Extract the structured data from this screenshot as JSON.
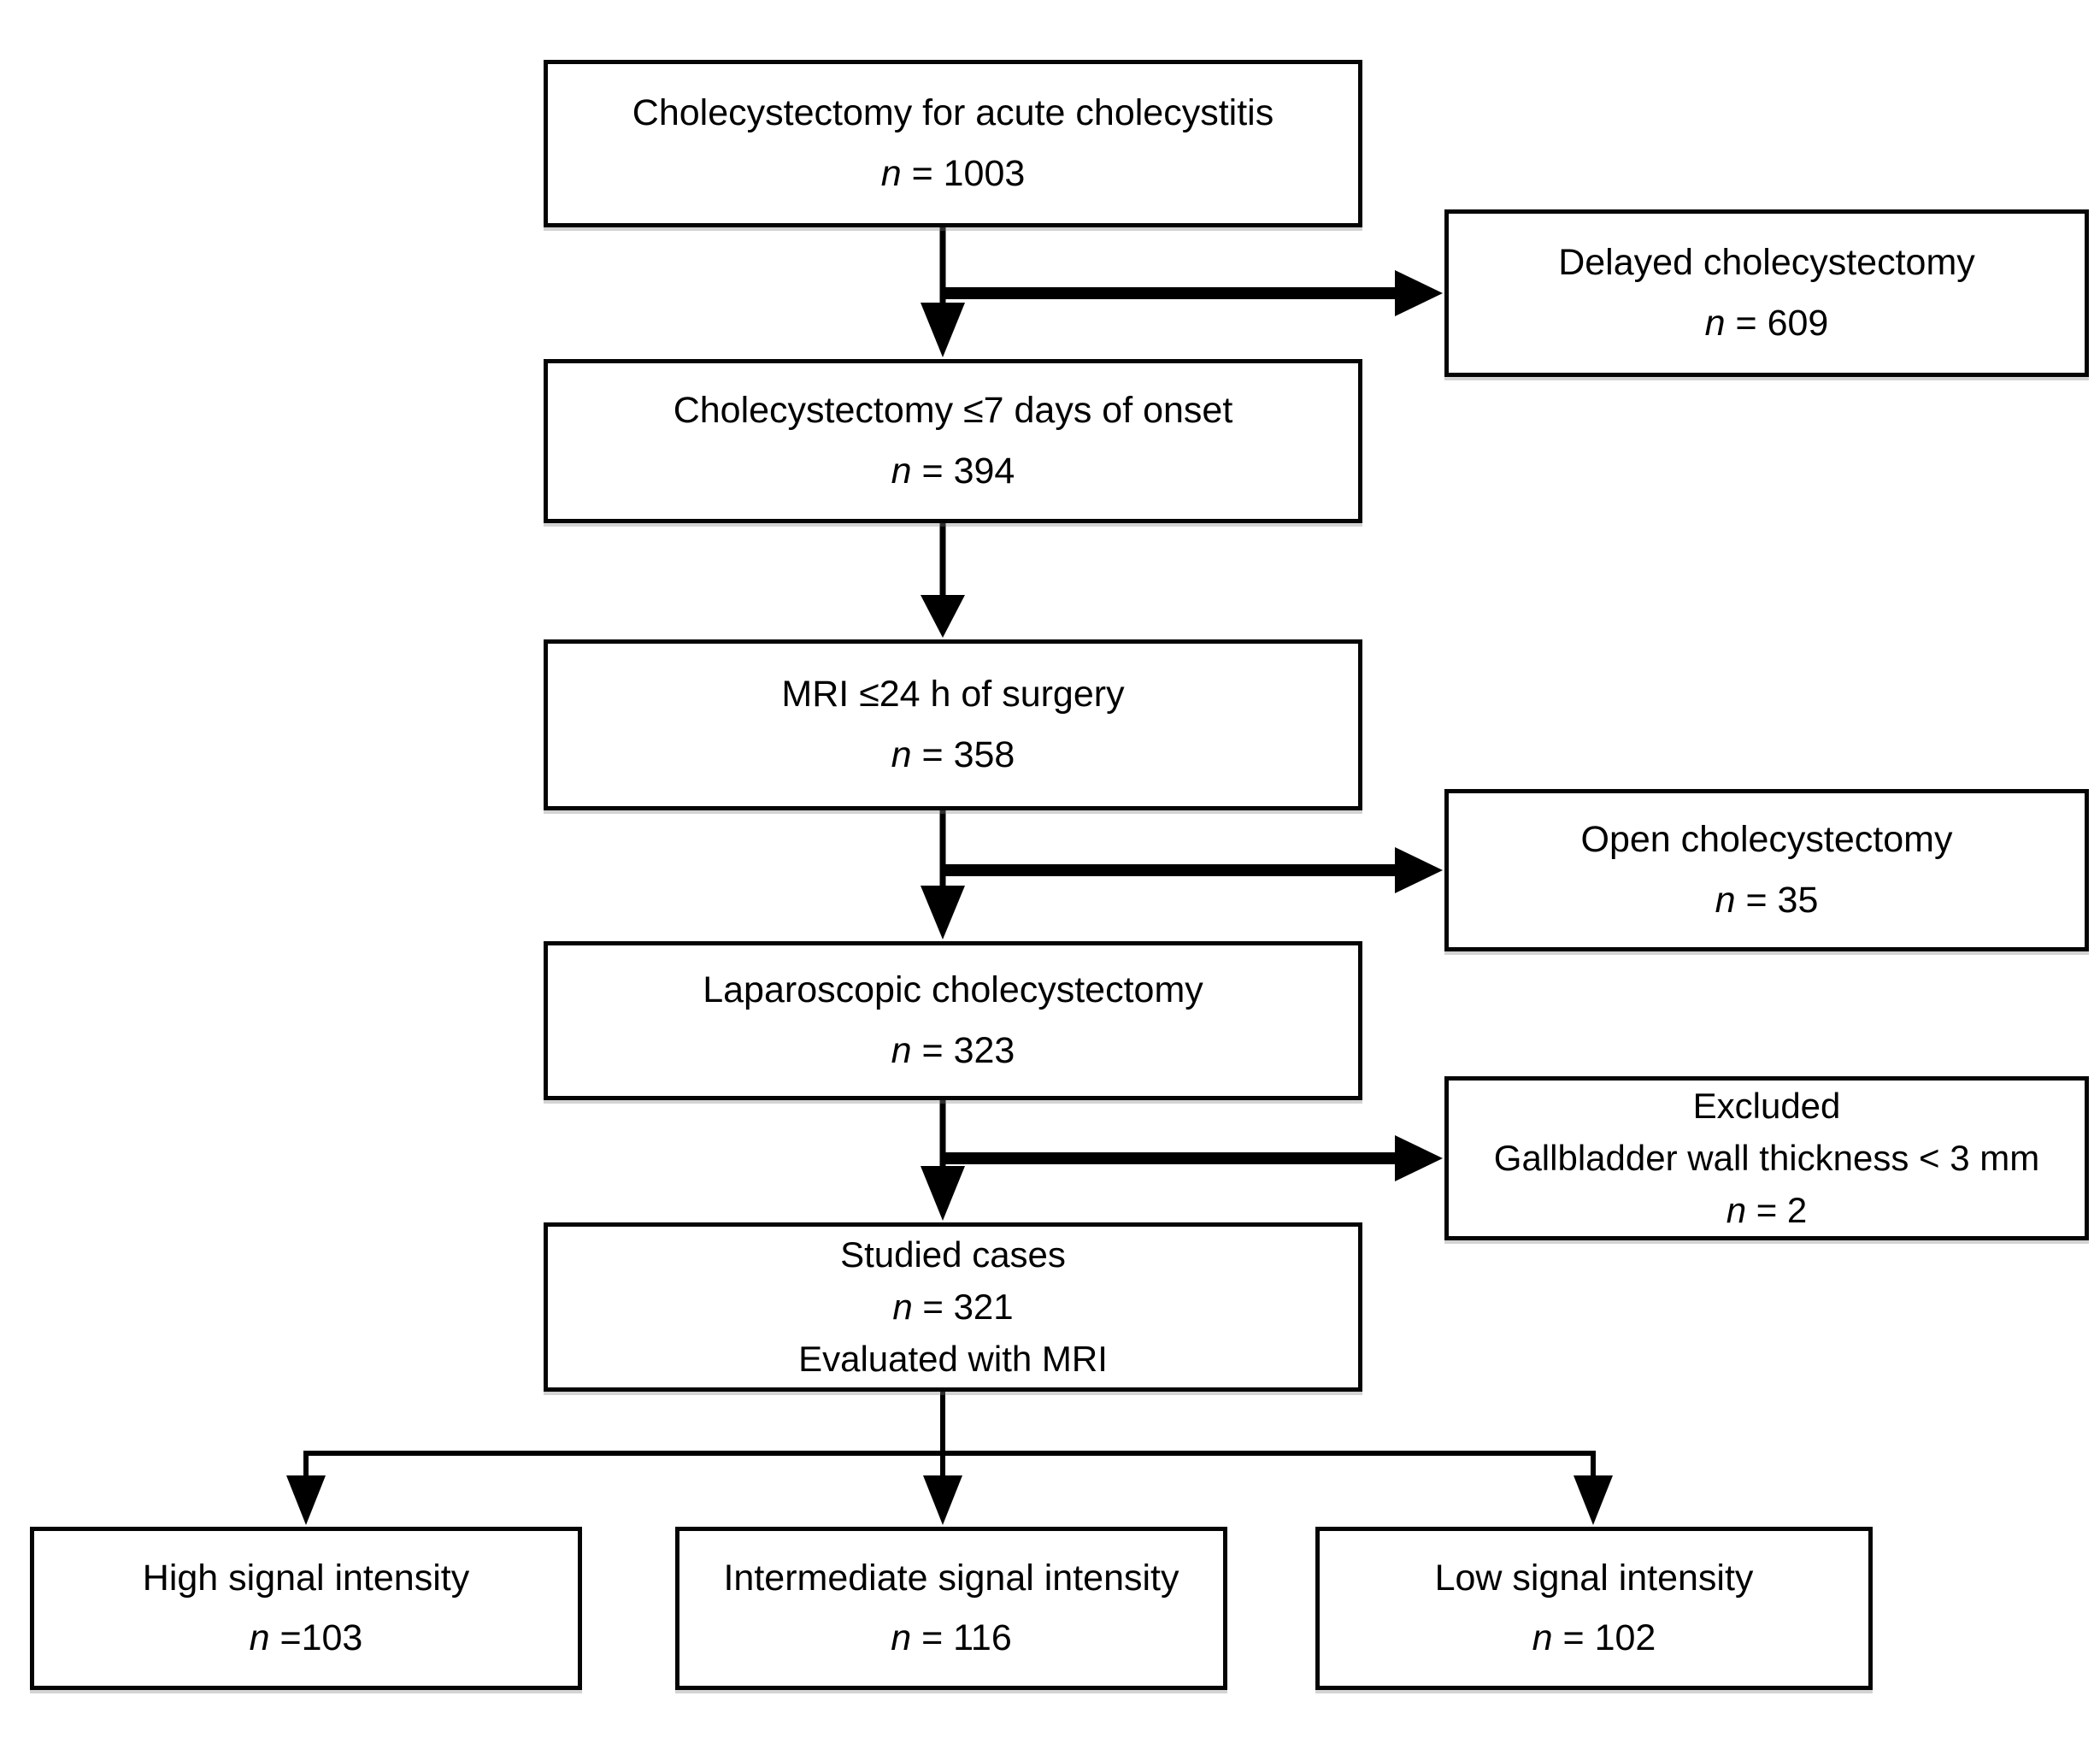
{
  "figure": {
    "type": "flowchart",
    "background_color": "#ffffff",
    "line_color": "#000000",
    "box_border_color": "#050505"
  },
  "labels": {
    "n_symbol": "n"
  },
  "boxes": {
    "main1": {
      "title": "Cholecystectomy for acute cholecystitis",
      "n_rest": " = 1003"
    },
    "main2": {
      "title": "Cholecystectomy ≤7 days of onset",
      "n_rest": " = 394"
    },
    "main3": {
      "title": "MRI ≤24 h of surgery",
      "n_rest": " = 358"
    },
    "main4": {
      "title": "Laparoscopic cholecystectomy",
      "n_rest": " = 323"
    },
    "main5": {
      "title": "Studied cases",
      "n_rest": " = 321",
      "line3": "Evaluated with MRI"
    },
    "side1": {
      "title": "Delayed cholecystectomy",
      "n_rest": " = 609"
    },
    "side2": {
      "title": "Open cholecystectomy",
      "n_rest": " = 35"
    },
    "side3": {
      "title": "Excluded",
      "line2": "Gallbladder wall thickness < 3 mm",
      "n_rest": " = 2"
    },
    "leaf1": {
      "title": "High signal intensity",
      "n_rest": " =103"
    },
    "leaf2": {
      "title": "Intermediate signal intensity",
      "n_rest": " = 116"
    },
    "leaf3": {
      "title": "Low signal intensity",
      "n_rest": " = 102"
    }
  },
  "edges": [
    {
      "from": "main1",
      "to": "main2"
    },
    {
      "from": "main1",
      "to": "side1"
    },
    {
      "from": "main2",
      "to": "main3"
    },
    {
      "from": "main3",
      "to": "main4"
    },
    {
      "from": "main3",
      "to": "side2"
    },
    {
      "from": "main4",
      "to": "main5"
    },
    {
      "from": "main4",
      "to": "side3"
    },
    {
      "from": "main5",
      "to": "leaf1"
    },
    {
      "from": "main5",
      "to": "leaf2"
    },
    {
      "from": "main5",
      "to": "leaf3"
    }
  ]
}
